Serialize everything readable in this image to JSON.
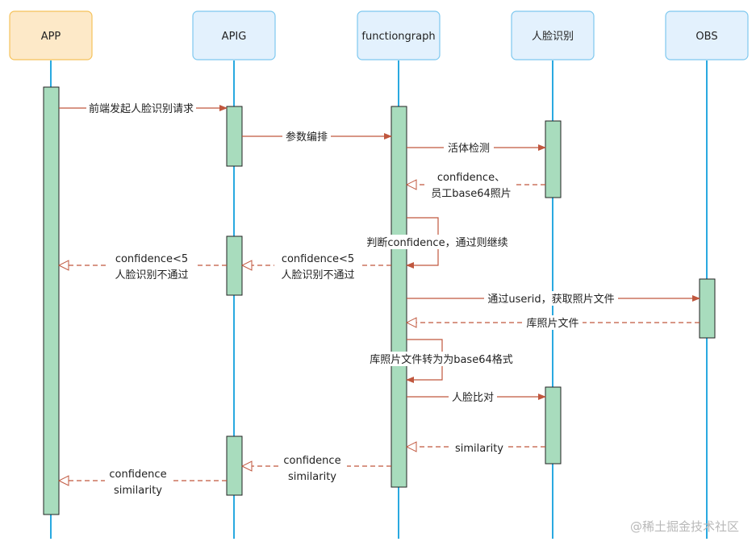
{
  "participants": [
    {
      "id": "app",
      "label": "APP",
      "fill": "#fde9c8",
      "stroke": "#f5c25a"
    },
    {
      "id": "apig",
      "label": "APIG",
      "fill": "#e3f1fd",
      "stroke": "#7ec8ef"
    },
    {
      "id": "fg",
      "label": "functiongraph",
      "fill": "#e3f1fd",
      "stroke": "#7ec8ef"
    },
    {
      "id": "face",
      "label": "人脸识别",
      "fill": "#e3f1fd",
      "stroke": "#7ec8ef"
    },
    {
      "id": "obs",
      "label": "OBS",
      "fill": "#e3f1fd",
      "stroke": "#7ec8ef"
    }
  ],
  "messages": [
    {
      "id": "msg-frontend-request",
      "from": "app",
      "to": "apig",
      "type": "sync",
      "lines": [
        "前端发起人脸识别请求"
      ]
    },
    {
      "id": "msg-param-orchestration",
      "from": "apig",
      "to": "fg",
      "type": "sync",
      "lines": [
        "参数编排"
      ]
    },
    {
      "id": "msg-liveness-detection",
      "from": "fg",
      "to": "face",
      "type": "sync",
      "lines": [
        "活体检测"
      ]
    },
    {
      "id": "msg-confidence-photo",
      "from": "face",
      "to": "fg",
      "type": "return",
      "lines": [
        "confidence、",
        "员工base64照片"
      ]
    },
    {
      "id": "msg-self-judge",
      "from": "fg",
      "to": "fg",
      "type": "self",
      "lines": [
        "判断confidence，通过则继续"
      ]
    },
    {
      "id": "msg-fail-fg-apig",
      "from": "fg",
      "to": "apig",
      "type": "return",
      "lines": [
        "confidence<5",
        "人脸识别不通过"
      ]
    },
    {
      "id": "msg-fail-apig-app",
      "from": "apig",
      "to": "app",
      "type": "return",
      "lines": [
        "confidence<5",
        "人脸识别不通过"
      ]
    },
    {
      "id": "msg-get-photo",
      "from": "fg",
      "to": "obs",
      "type": "sync",
      "lines": [
        "通过userid，获取照片文件"
      ]
    },
    {
      "id": "msg-library-photo",
      "from": "obs",
      "to": "fg",
      "type": "return",
      "lines": [
        "库照片文件"
      ]
    },
    {
      "id": "msg-self-convert",
      "from": "fg",
      "to": "fg",
      "type": "self",
      "lines": [
        "库照片文件转为为base64格式"
      ]
    },
    {
      "id": "msg-face-compare",
      "from": "fg",
      "to": "face",
      "type": "sync",
      "lines": [
        "人脸比对"
      ]
    },
    {
      "id": "msg-similarity",
      "from": "face",
      "to": "fg",
      "type": "return",
      "lines": [
        "similarity"
      ]
    },
    {
      "id": "msg-result-fg-apig",
      "from": "fg",
      "to": "apig",
      "type": "return",
      "lines": [
        "confidence",
        "similarity"
      ]
    },
    {
      "id": "msg-result-apig-app",
      "from": "apig",
      "to": "app",
      "type": "return",
      "lines": [
        "confidence",
        "similarity"
      ]
    }
  ],
  "colors": {
    "lifeline": "#29a9e0",
    "activation_fill": "#a8dcbd",
    "activation_stroke": "#222222",
    "arrow": "#c0573e"
  },
  "watermark": "@稀土掘金技术社区"
}
